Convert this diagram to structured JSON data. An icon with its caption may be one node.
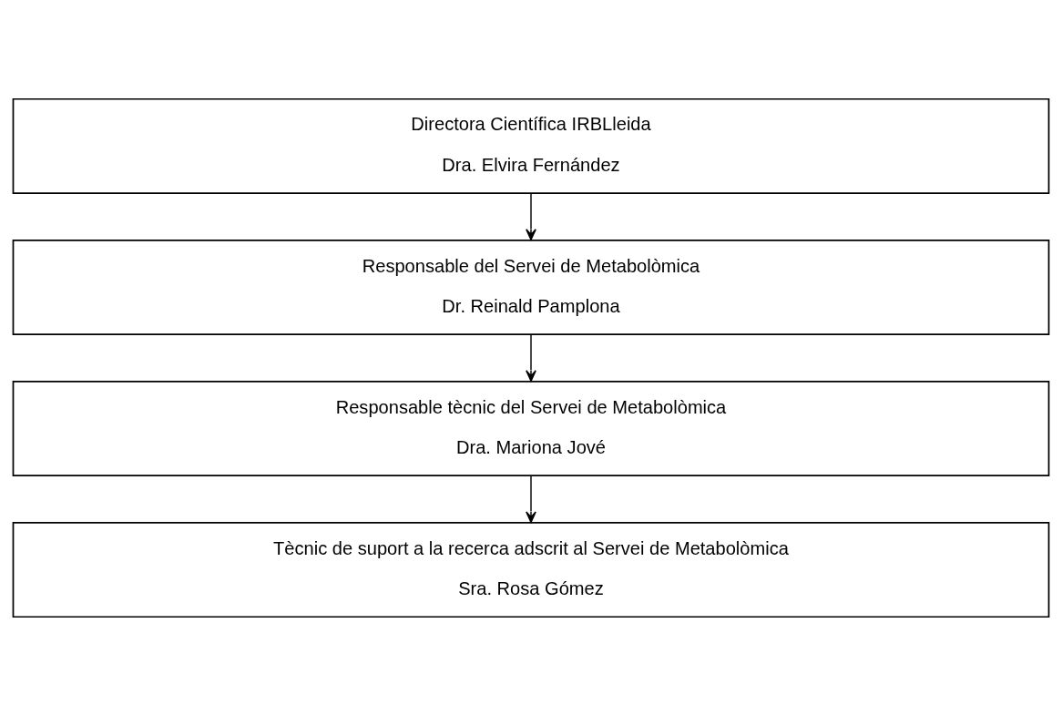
{
  "diagram": {
    "nodes": [
      {
        "text": [
          "Directora Científica IRBLleida",
          "Dra. Elvira Fernández"
        ]
      },
      {
        "text": [
          "Responsable del Servei de Metabolòmica",
          "Dr. Reinald Pamplona"
        ]
      },
      {
        "text": [
          "Responsable tècnic del Servei de Metabolòmica",
          "Dra. Mariona Jové"
        ]
      },
      {
        "text": [
          "Tècnic de suport a la recerca adscrit al Servei de Metabolòmica",
          "Sra. Rosa Gómez"
        ]
      }
    ],
    "edges": [
      {
        "from": 0,
        "to": 1,
        "arrow": "to"
      },
      {
        "from": 1,
        "to": 2,
        "arrow": "to"
      },
      {
        "from": 2,
        "to": 3,
        "arrow": "to"
      }
    ]
  }
}
